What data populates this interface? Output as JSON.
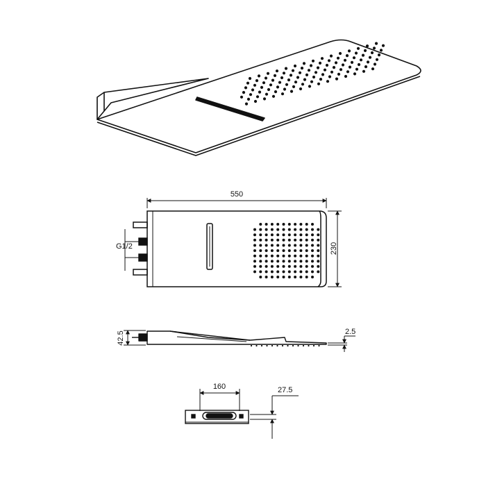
{
  "dimensions": {
    "width_label": "550",
    "height_label": "230",
    "inlet_label": "G1/2",
    "thickness_label": "42.5",
    "edge_label": "2.5",
    "slot_width_label": "160",
    "slot_height_label": "27.5"
  },
  "colors": {
    "line": "#111111",
    "background": "#ffffff"
  }
}
